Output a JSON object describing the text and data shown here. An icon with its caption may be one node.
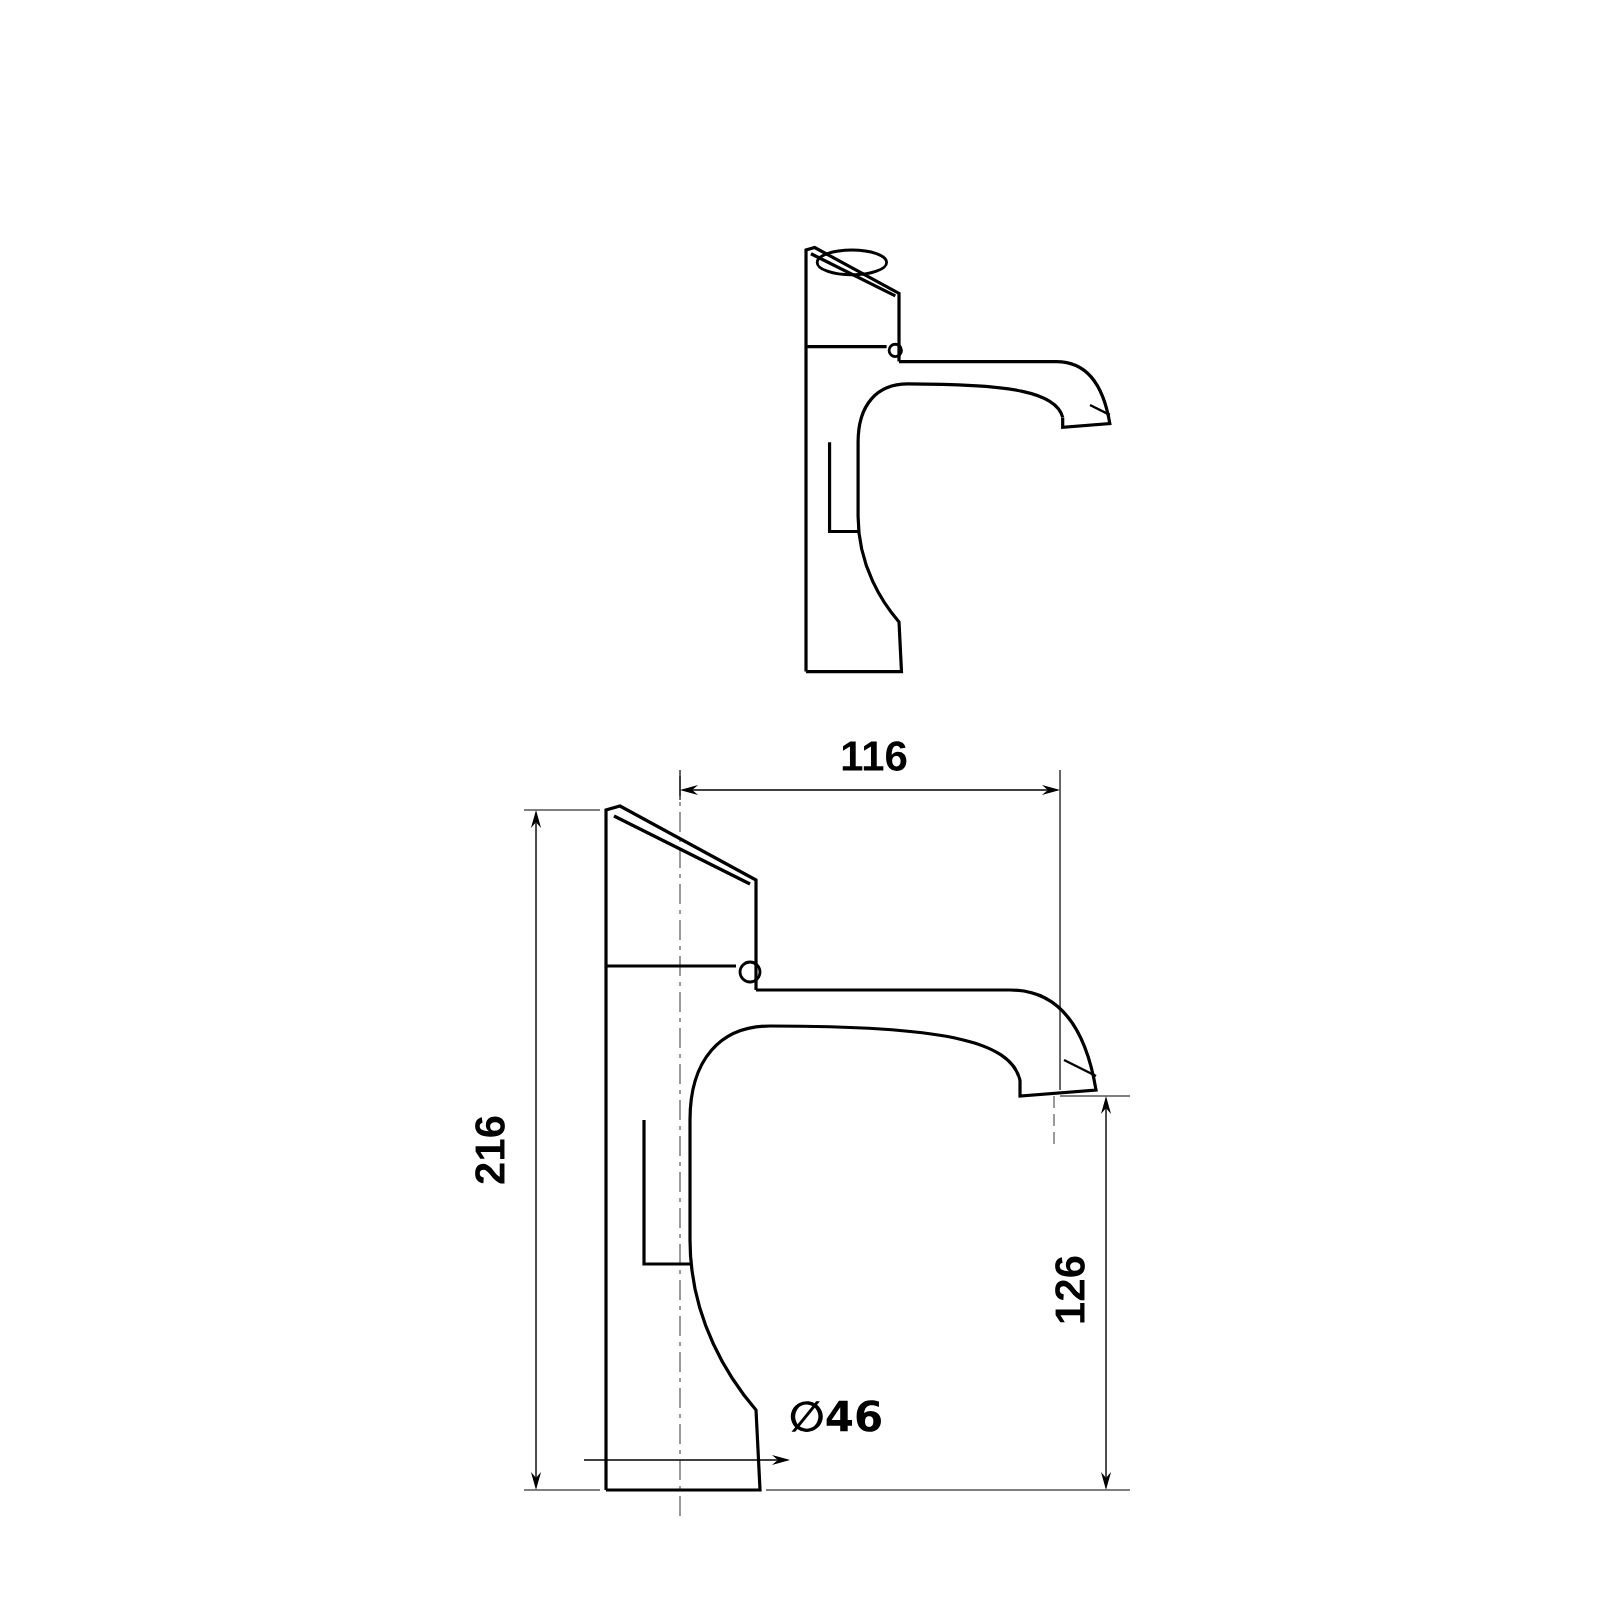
{
  "diagram": {
    "labels": [
      "116",
      "216",
      "126",
      "∅46"
    ]
  }
}
